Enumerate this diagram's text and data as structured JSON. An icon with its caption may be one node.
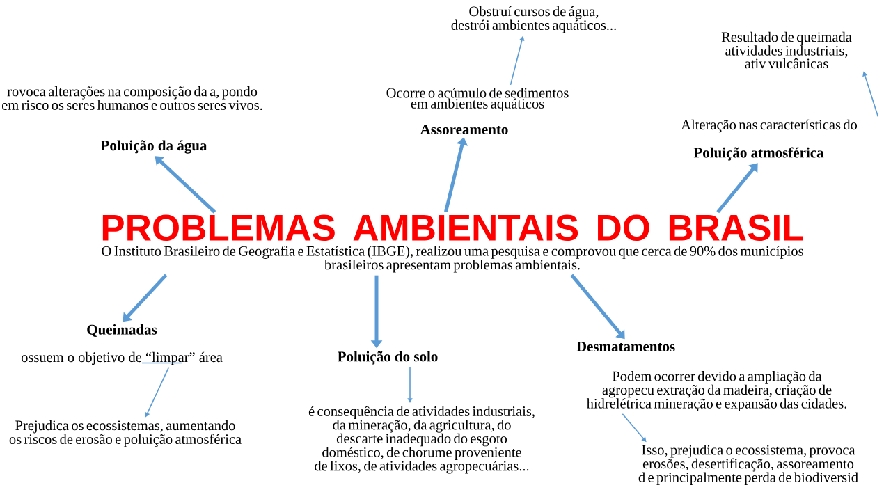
{
  "diagram": {
    "nodes": [
      {
        "text": [
          "PROBLEMAS AMBIENTAIS DO BRASIL",
          "O Instituto Brasileiro de Geografia e Estatística (IBGE), realizou uma pesquisa e comprovou que cerca de 90% dos municípios brasileiros apresentam problemas ambientais."
        ]
      },
      {
        "text": [
          "Poluição da água"
        ],
        "beside": [
          "rovoca alterações na composição da a, pondo em risco os seres humanos e outros seres vivos."
        ]
      },
      {
        "text": [
          "Assoreamento"
        ]
      },
      {
        "text": [
          "Ocorre o acúmulo de sedimentos em ambientes aquáticos"
        ]
      },
      {
        "text": [
          "Obstruí cursos de água, destrói ambientes aquáticos..."
        ]
      },
      {
        "text": [
          "Poluição atmosférica"
        ]
      },
      {
        "text": [
          "Alteração nas características do"
        ]
      },
      {
        "text": [
          "Resultado de queimada atividades industriais, ativ vulcânicas"
        ]
      },
      {
        "text": [
          "Queimadas"
        ]
      },
      {
        "text": [
          "ossuem o objetivo de “limpar” área"
        ]
      },
      {
        "text": [
          "Prejudica os ecossistemas, aumentando os riscos de erosão e poluição atmosférica"
        ]
      },
      {
        "text": [
          "Poluição do solo"
        ]
      },
      {
        "text": [
          "é consequência de atividades industriais, da mineração, da agricultura, do descarte inadequado do esgoto doméstico, de chorume proveniente de lixos, de atividades agropecuárias..."
        ]
      },
      {
        "text": [
          "Desmatamentos"
        ]
      },
      {
        "text": [
          "Podem ocorrer devido a ampliação da agropecu extração da madeira, criação de hidrelétrica mineração e expansão das cidades."
        ]
      },
      {
        "text": [
          "Isso, prejudica o ecossistema, provoca erosões, desertificação, assoreamento d e principalmente perda de biodiversid"
        ]
      }
    ],
    "edges": [
      {
        "from": 0,
        "to": 1,
        "arrow": "to"
      },
      {
        "from": 0,
        "to": 2,
        "arrow": "to"
      },
      {
        "from": 0,
        "to": 5,
        "arrow": "to"
      },
      {
        "from": 0,
        "to": 8,
        "arrow": "to"
      },
      {
        "from": 0,
        "to": 11,
        "arrow": "to"
      },
      {
        "from": 0,
        "to": 13,
        "arrow": "to"
      },
      {
        "from": 3,
        "to": 4,
        "arrow": "to"
      },
      {
        "from": 6,
        "to": 7,
        "arrow": "to"
      },
      {
        "from": 9,
        "to": 10,
        "arrow": "to"
      },
      {
        "from": 11,
        "to": 12,
        "arrow": "to"
      },
      {
        "from": 14,
        "to": 15,
        "arrow": "to"
      }
    ]
  }
}
